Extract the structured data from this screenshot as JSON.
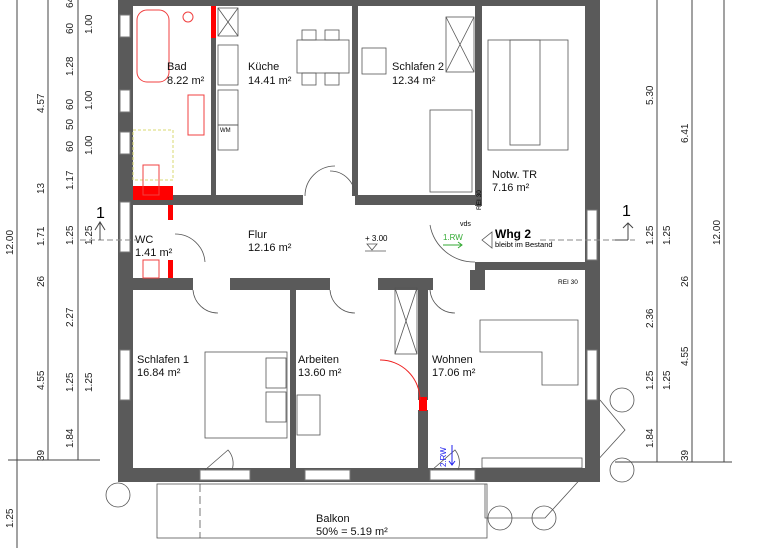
{
  "rooms": [
    {
      "name": "Bad",
      "area": "8.22 m²"
    },
    {
      "name": "Küche",
      "area": "14.41 m²"
    },
    {
      "name": "Schlafen 2",
      "area": "12.34 m²"
    },
    {
      "name": "Notw. TR",
      "area": "7.16 m²"
    },
    {
      "name": "WC",
      "area": "1.41 m²"
    },
    {
      "name": "Flur",
      "area": "12.16 m²"
    },
    {
      "name": "Schlafen 1",
      "area": "16.84 m²"
    },
    {
      "name": "Arbeiten",
      "area": "13.60 m²"
    },
    {
      "name": "Wohnen",
      "area": "17.06 m²"
    },
    {
      "name": "Balkon",
      "area": "50% = 5.19 m²"
    }
  ],
  "annotations": {
    "level": "+ 3.00",
    "unit_title": "Whg 2",
    "unit_note": "bleibt im Bestand",
    "escape_1": "1.RW",
    "escape_2": "2.RW",
    "vds": "vds",
    "rei_1": "REI 30",
    "rei_2": "REI 30",
    "wm": "WM",
    "section_left": "1",
    "section_right": "1"
  },
  "dimensions": {
    "left_outer": [
      "12.00",
      "1.25"
    ],
    "left_mid": [
      "4.57",
      "13",
      "1.71",
      "26",
      "4.55",
      "39"
    ],
    "left_inner": [
      "64",
      "60",
      "1.28",
      "60",
      "50",
      "60",
      "1.17",
      "1.25",
      "2.27",
      "1.25",
      "1.84"
    ],
    "left_windows": [
      "1.00",
      "1.00",
      "1.00",
      "1.25",
      "1.25"
    ],
    "right_inner": [
      "5.30",
      "1.25",
      "2.36",
      "1.25",
      "1.84"
    ],
    "right_windows": [
      "1.25",
      "1.25"
    ],
    "right_mid": [
      "6.41",
      "26",
      "4.55",
      "39"
    ],
    "right_outer": [
      "12.00"
    ]
  },
  "colors": {
    "wall": "#5a5a5a",
    "fire_wall": "#ff0000",
    "escape_1": "#33aa33",
    "escape_2": "#2222ee"
  }
}
